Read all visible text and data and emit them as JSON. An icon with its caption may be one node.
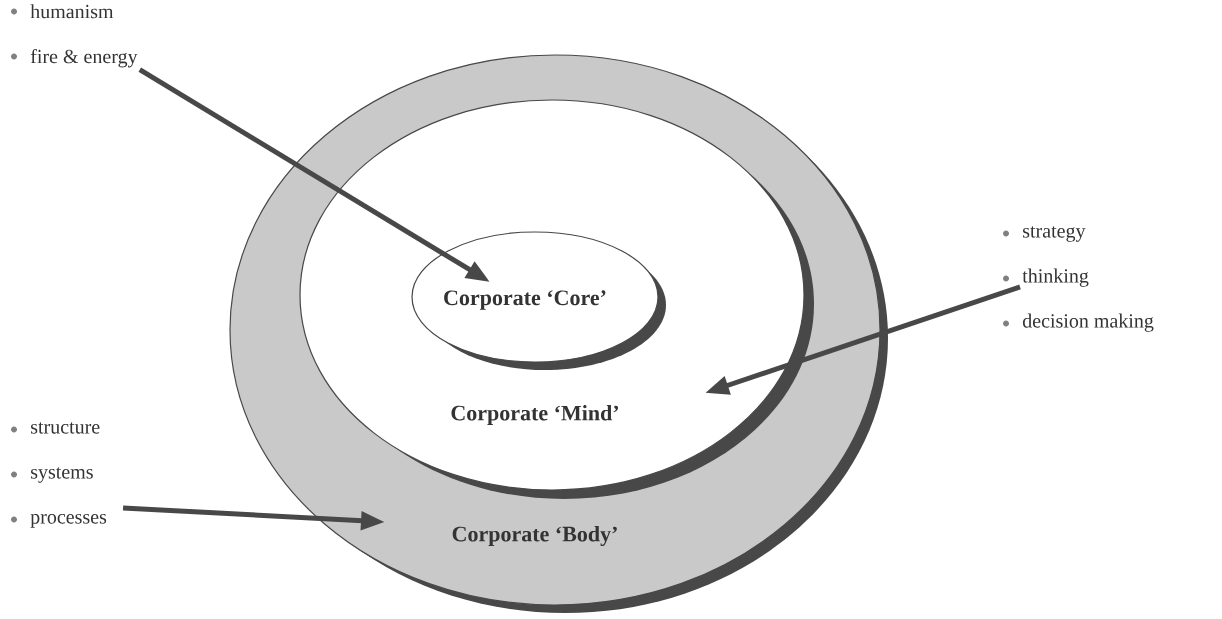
{
  "diagram": {
    "nodes": [
      {
        "text": [
          "Corporate ‘Body’"
        ]
      },
      {
        "text": [
          "Corporate ‘Mind’"
        ],
        "in": 0
      },
      {
        "text": [
          "Corporate ‘Core’"
        ],
        "in": 1
      },
      {
        "text": [
          "humanism",
          "fire & energy"
        ]
      },
      {
        "text": [
          "strategy",
          "thinking",
          "decision making"
        ]
      },
      {
        "text": [
          "structure",
          "systems",
          "processes"
        ]
      }
    ],
    "edges": [
      {
        "from": 3,
        "to": 2,
        "arrow": "to"
      },
      {
        "from": 4,
        "to": 1,
        "arrow": "to"
      },
      {
        "from": 5,
        "to": 0,
        "arrow": "to"
      }
    ]
  }
}
